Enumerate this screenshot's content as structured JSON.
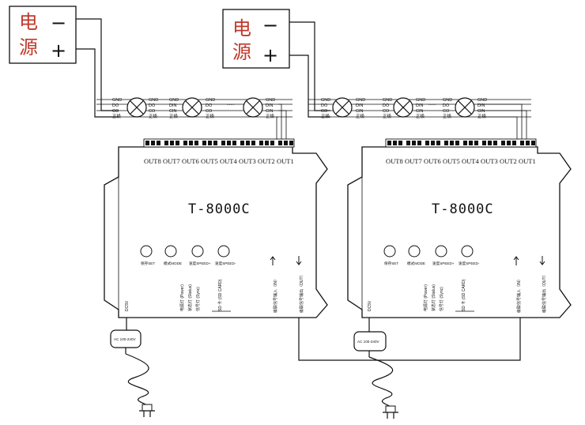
{
  "power_supply": {
    "char_top": "电",
    "char_bottom": "源",
    "minus": "−",
    "plus": "+"
  },
  "controller": {
    "model": "T-8000C"
  },
  "outputs": [
    "OUT8",
    "OUT7",
    "OUT6",
    "OUT5",
    "OUT4",
    "OUT3",
    "OUT2",
    "OUT1"
  ],
  "pins_left": [
    "GND",
    "DO",
    "CO",
    "正极"
  ],
  "pins_right": [
    "GND",
    "DIN",
    "CIN",
    "正极"
  ],
  "pins_right_b": [
    "GND",
    "DO",
    "CO",
    "正极"
  ],
  "buttons": [
    "保存SET",
    "模式MODE",
    "速度SPEED+",
    "速度SPEED-"
  ],
  "indicators": [
    "电源灯 (Power)",
    "状态灯 (Status)",
    "信号灯 (Sync)"
  ],
  "sd_card": "SD 卡 (SD CARD)",
  "sync_in": "级联信号输入（IN）",
  "sync_out": "级联信号输出（OUT）",
  "dc_label": "DC5V",
  "adapter_label": "AC 100-240V",
  "ellipsis": "......"
}
